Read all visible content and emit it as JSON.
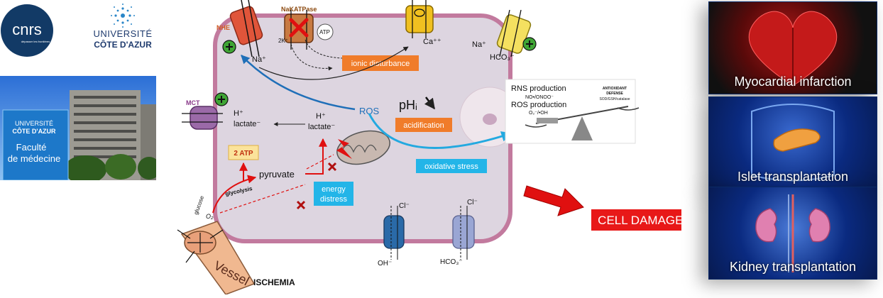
{
  "logos": {
    "cnrs": "cnrs",
    "cnrs_sub": "dépasser les frontières",
    "univ_line1": "UNIVERSITÉ",
    "univ_line2": "CÔTE D'AZUR"
  },
  "photo": {
    "sign_line1": "UNIVERSITÉ",
    "sign_line2": "CÔTE D'AZUR",
    "sign_line3": "Faculté",
    "sign_line4": "de médecine"
  },
  "diagram": {
    "nhe": "NHE",
    "nakatpase": "NaKATPase",
    "atp_small": "ATP",
    "k_label": "2K⁺",
    "na_label": "Na⁺",
    "ca_label": "Ca⁺⁺",
    "na_hco3_label": "Na⁺",
    "hco3_label": "HCO₃⁻",
    "ionic_disturbance": "ionic disturbance",
    "mct": "MCT",
    "h_plus_1": "H⁺",
    "lactate_1": "lactate⁻",
    "h_plus_2": "H⁺",
    "lactate_2": "lactate⁻",
    "ros": "ROS",
    "phi": "pHᵢ",
    "acidification": "acidification",
    "two_atp": "2 ATP",
    "pyruvate": "pyruvate",
    "glycolysis": "glycolysis",
    "glucose": "glucose",
    "o2": "O₂",
    "energy_distress_1": "energy",
    "energy_distress_2": "distress",
    "oxidative_stress": "oxidative stress",
    "cl_1": "Cl⁻",
    "cl_2": "Cl⁻",
    "oh_label": "OH⁻",
    "hco3_bottom": "HCO₃⁻",
    "vessel": "Vessel",
    "ischemia": "ISCHEMIA",
    "rns_production": "RNS production",
    "rns_species": "NO•/ONOO⁻",
    "ros_production": "ROS production",
    "ros_species": "O₂⁻/•OH",
    "antioxidant_1": "ANTIOXIDANT",
    "antioxidant_2": "DEFENSE",
    "antioxidant_3": "SOD/GSH/catalase",
    "cell_damages": "CELL DAMAGES"
  },
  "panels": [
    {
      "label": "Myocardial infarction"
    },
    {
      "label": "Islet transplantation"
    },
    {
      "label": "Kidney transplantation"
    }
  ],
  "colors": {
    "membrane": "#c27a9e",
    "cytoplasm": "#ddd5e0",
    "orange_box": "#f07c2a",
    "cyan_box": "#23b5e8",
    "ros_blue": "#1f6fb8",
    "red_arrow": "#e01010",
    "green_plus": "#3fa535"
  }
}
